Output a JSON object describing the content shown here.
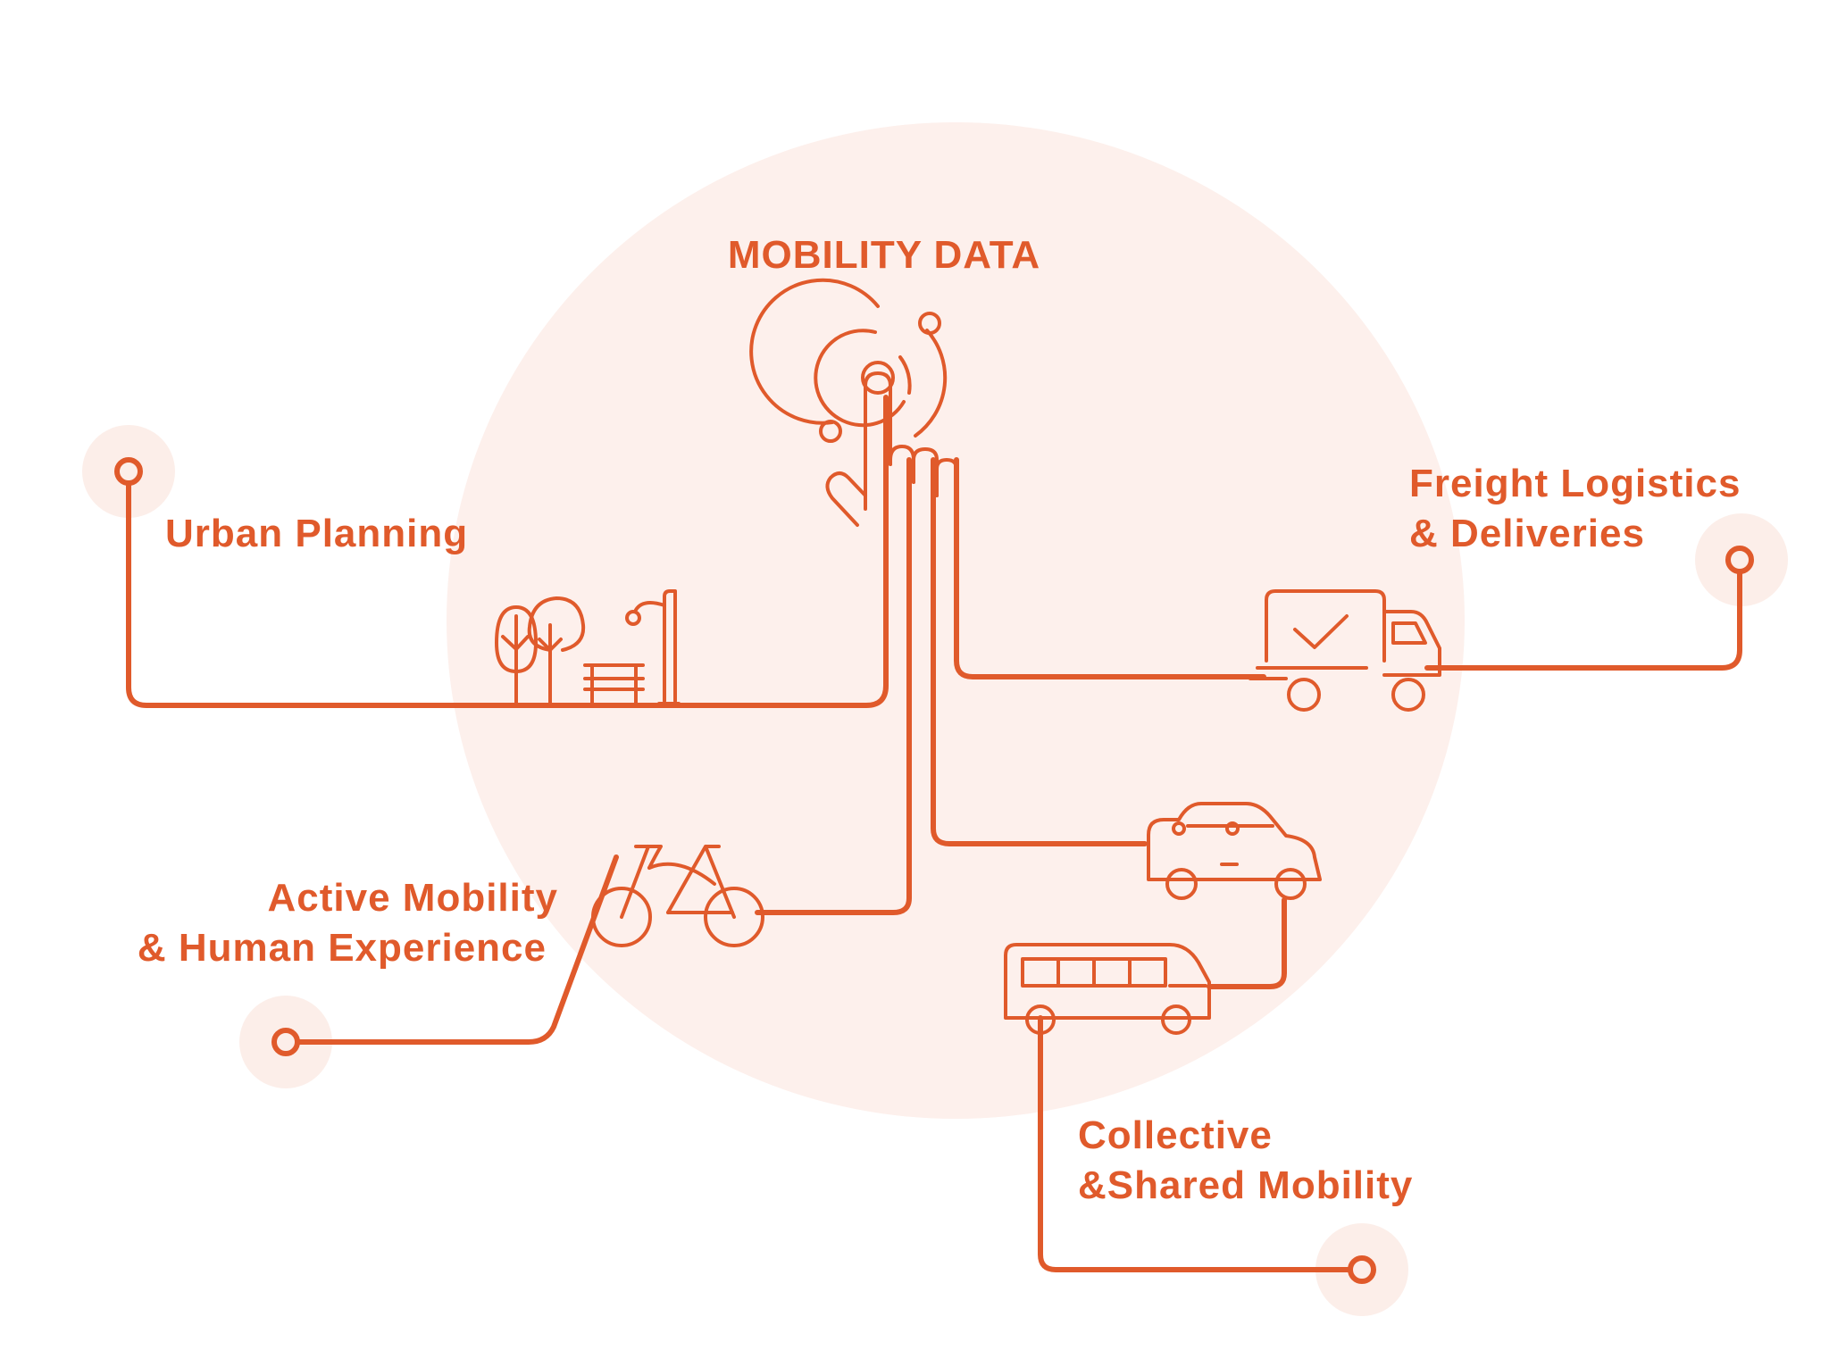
{
  "colors": {
    "accent": "#E05A2B",
    "background_circle": "#FDF0EC",
    "halo": "#FBEAE4"
  },
  "center": {
    "title": "MOBILITY DATA",
    "icon": "touch-data-icon"
  },
  "branches": {
    "urban_planning": {
      "line1": "Urban Planning",
      "icon": "park-bench-icon"
    },
    "freight": {
      "line1": "Freight Logistics",
      "line2": "& Deliveries",
      "icon": "delivery-truck-icon"
    },
    "active": {
      "line1": "Active Mobility",
      "line2": "& Human Experience",
      "icon": "bicycle-icon"
    },
    "collective": {
      "line1": "Collective",
      "line2": "&Shared Mobility",
      "icons": [
        "car-icon",
        "bus-icon"
      ]
    }
  }
}
